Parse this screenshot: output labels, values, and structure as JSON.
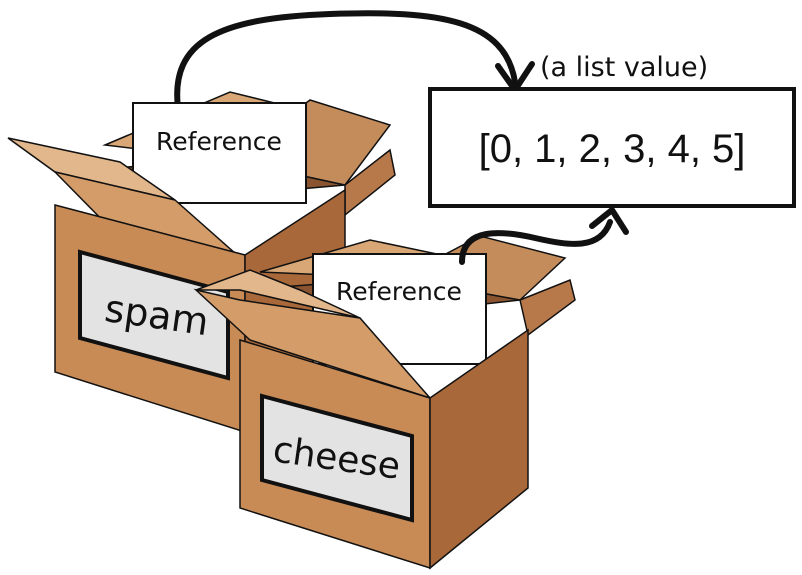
{
  "diagram": {
    "annotation": "(a list value)",
    "list_value": "[0, 1, 2, 3, 4, 5]",
    "boxes": [
      {
        "label": "spam",
        "card": "Reference"
      },
      {
        "label": "cheese",
        "card": "Reference"
      }
    ],
    "colors": {
      "cardboard_front": "#c98b56",
      "cardboard_side": "#a8683a",
      "cardboard_flap_light": "#e2b78c",
      "cardboard_inside": "#8a5430",
      "label_fill": "#e3e3e3",
      "outline": "#111111"
    }
  }
}
